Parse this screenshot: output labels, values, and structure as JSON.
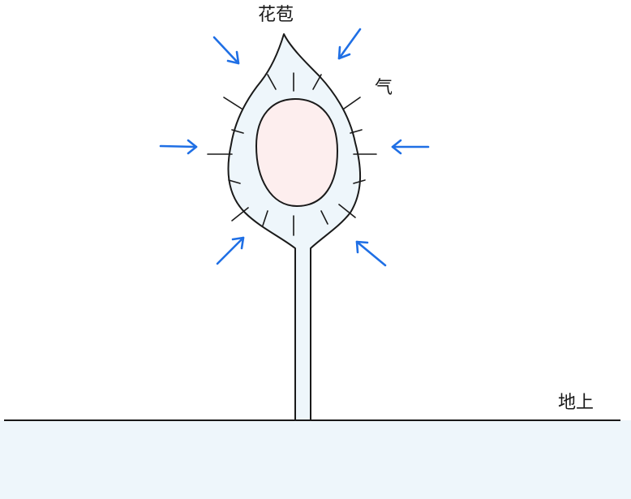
{
  "labels": {
    "bud": "花苞",
    "air": "气",
    "ground": "地上"
  },
  "colors": {
    "arrow": "#1f6fe5",
    "bud_outer_fill": "#eef6fb",
    "bud_core_fill": "#fdeeee",
    "ground_fill": "#eef6fb",
    "stroke": "#1a1a1a"
  }
}
